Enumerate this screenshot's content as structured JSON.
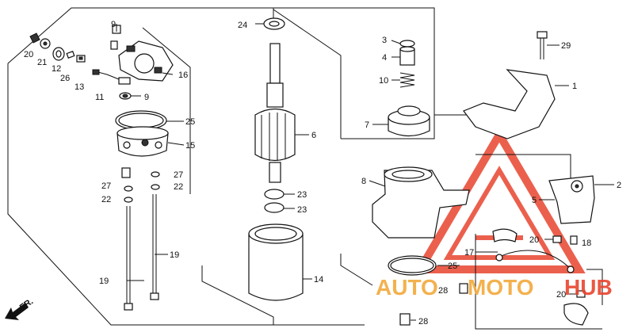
{
  "diagram": {
    "direction_label": "FR.",
    "watermark": {
      "part1": "AUTO",
      "part2": "MOTO",
      "part3": "HUB"
    },
    "colors": {
      "watermark_red": "#e8452f",
      "watermark_orange": "#f2a93b",
      "ink": "#111111"
    },
    "callouts": [
      {
        "id": "c9a",
        "text": "9"
      },
      {
        "id": "c20a",
        "text": "20"
      },
      {
        "id": "c21",
        "text": "21"
      },
      {
        "id": "c12",
        "text": "12"
      },
      {
        "id": "c26",
        "text": "26"
      },
      {
        "id": "c13",
        "text": "13"
      },
      {
        "id": "c16",
        "text": "16"
      },
      {
        "id": "c11",
        "text": "11"
      },
      {
        "id": "c9b",
        "text": "9"
      },
      {
        "id": "c25a",
        "text": "25"
      },
      {
        "id": "c15",
        "text": "15"
      },
      {
        "id": "c27a",
        "text": "27"
      },
      {
        "id": "c27b",
        "text": "27"
      },
      {
        "id": "c22a",
        "text": "22"
      },
      {
        "id": "c22b",
        "text": "22"
      },
      {
        "id": "c19a",
        "text": "19"
      },
      {
        "id": "c19b",
        "text": "19"
      },
      {
        "id": "c24",
        "text": "24"
      },
      {
        "id": "c6",
        "text": "6"
      },
      {
        "id": "c23a",
        "text": "23"
      },
      {
        "id": "c23b",
        "text": "23"
      },
      {
        "id": "c14",
        "text": "14"
      },
      {
        "id": "c3",
        "text": "3"
      },
      {
        "id": "c4",
        "text": "4"
      },
      {
        "id": "c10",
        "text": "10"
      },
      {
        "id": "c7",
        "text": "7"
      },
      {
        "id": "c29",
        "text": "29"
      },
      {
        "id": "c1",
        "text": "1"
      },
      {
        "id": "c8",
        "text": "8"
      },
      {
        "id": "c5",
        "text": "5"
      },
      {
        "id": "c2",
        "text": "2"
      },
      {
        "id": "c20b",
        "text": "20"
      },
      {
        "id": "c18",
        "text": "18"
      },
      {
        "id": "c17",
        "text": "17"
      },
      {
        "id": "c25b",
        "text": "25"
      },
      {
        "id": "c28a",
        "text": "28"
      },
      {
        "id": "c20c",
        "text": "20"
      },
      {
        "id": "c28b",
        "text": "28"
      }
    ]
  }
}
